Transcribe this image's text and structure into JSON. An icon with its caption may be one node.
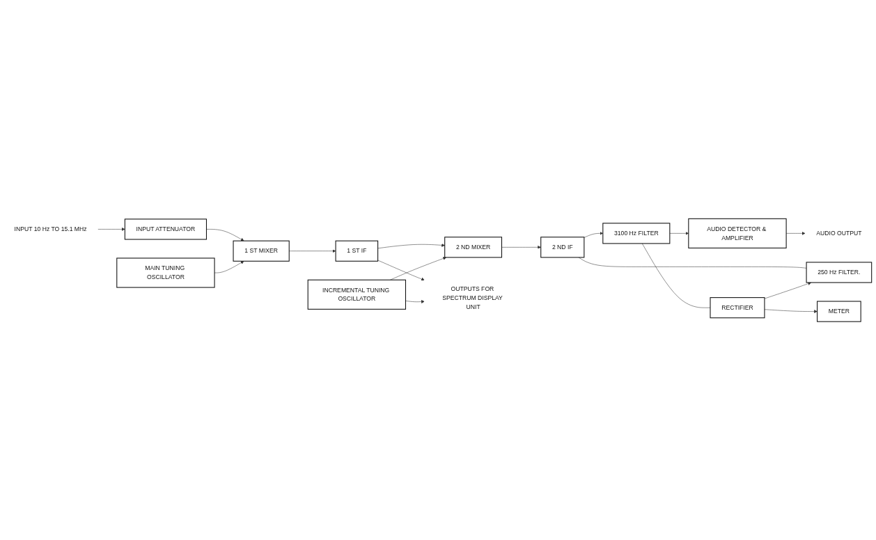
{
  "diagram": {
    "nodes": [
      {
        "text": [
          "INPUT 10 Hz TO 15.1 MHz"
        ]
      },
      {
        "text": [
          "INPUT ATTENUATOR"
        ]
      },
      {
        "text": [
          "1 ST MIXER"
        ]
      },
      {
        "text": [
          "1 ST IF"
        ]
      },
      {
        "text": [
          "2 ND MIXER"
        ]
      },
      {
        "text": [
          "2 ND IF"
        ]
      },
      {
        "text": [
          "MAIN TUNING OSCILLATOR"
        ]
      },
      {
        "text": [
          "INCREMENTAL TUNING OSCILLATOR"
        ]
      },
      {
        "text": [
          "3100 Hz FILTER"
        ]
      },
      {
        "text": [
          "250 Hz FILTER."
        ]
      },
      {
        "text": [
          "AUDIO DETECTOR & AMPLIFIER"
        ]
      },
      {
        "text": [
          "RECTIFIER"
        ]
      },
      {
        "text": [
          "METER"
        ]
      },
      {
        "text": [
          "AUDIO OUTPUT"
        ]
      },
      {
        "text": [
          "OUTPUTS FOR SPECTRUM DISPLAY UNIT"
        ]
      }
    ],
    "edges": [
      {
        "from": 0,
        "to": 1,
        "arrow": "to"
      },
      {
        "from": 1,
        "to": 2,
        "arrow": "to"
      },
      {
        "from": 2,
        "to": 3,
        "arrow": "to"
      },
      {
        "from": 3,
        "to": 4,
        "arrow": "to"
      },
      {
        "from": 4,
        "to": 5,
        "arrow": "to"
      },
      {
        "from": 6,
        "to": 2,
        "arrow": "to"
      },
      {
        "from": 7,
        "to": 4,
        "arrow": "to"
      },
      {
        "from": 3,
        "to": 14,
        "arrow": "to"
      },
      {
        "from": 7,
        "to": 14,
        "arrow": "to"
      },
      {
        "from": 5,
        "to": 8,
        "arrow": "to"
      },
      {
        "from": 5,
        "to": 9,
        "arrow": "none"
      },
      {
        "from": 8,
        "to": 10,
        "arrow": "to"
      },
      {
        "from": 10,
        "to": 13,
        "arrow": "to"
      },
      {
        "from": 8,
        "to": 11,
        "arrow": "none"
      },
      {
        "from": 11,
        "to": 9,
        "arrow": "to"
      },
      {
        "from": 11,
        "to": 12,
        "arrow": "to"
      }
    ]
  }
}
